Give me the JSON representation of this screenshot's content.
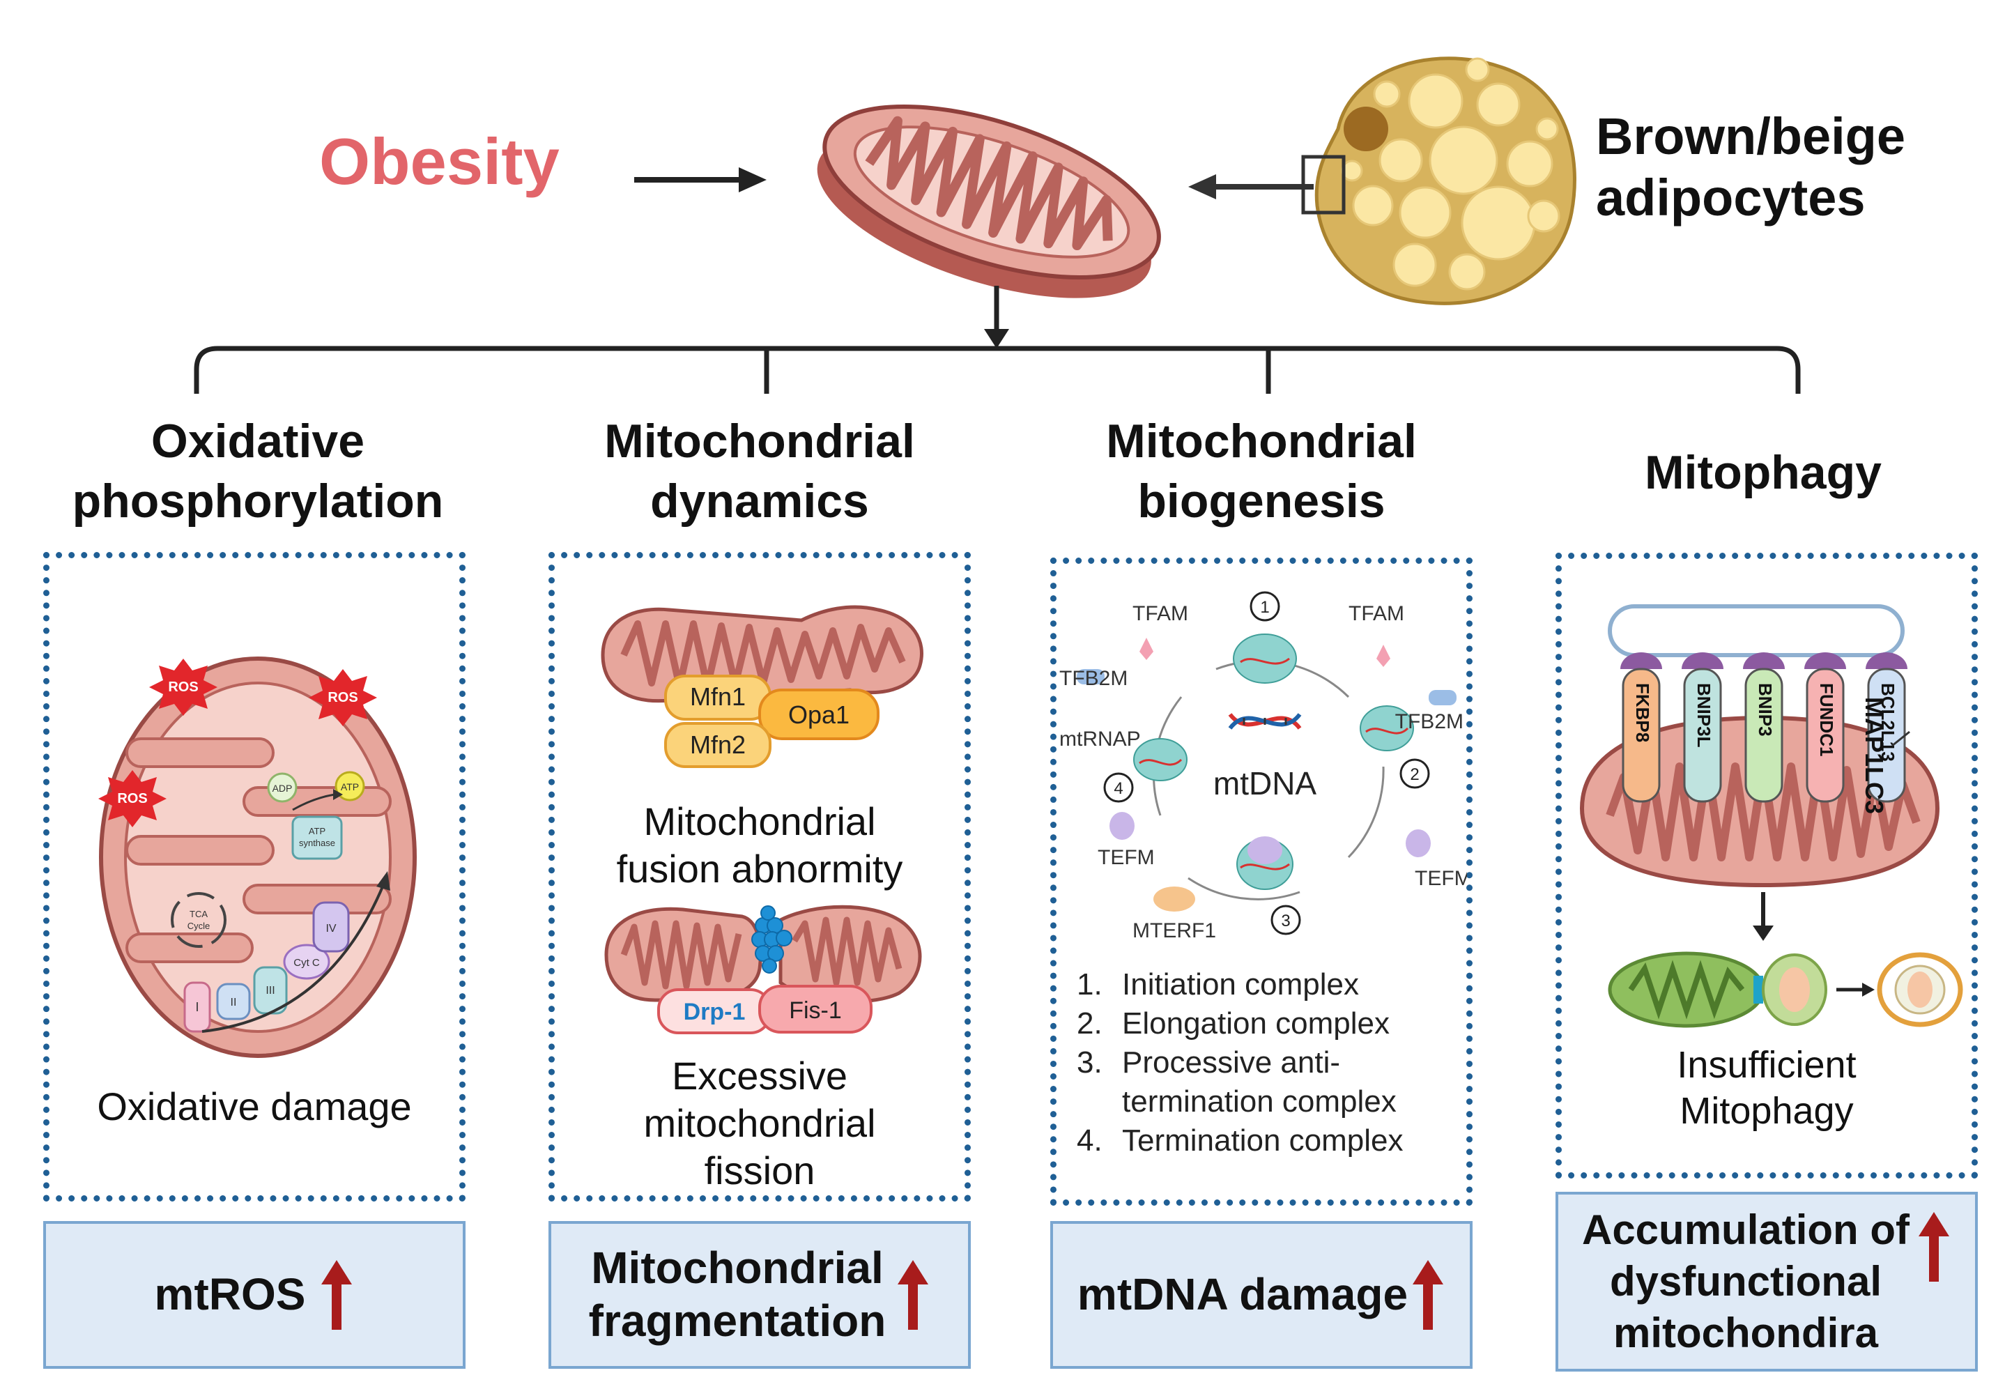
{
  "header": {
    "obesity": "Obesity",
    "adipocytes_line1": "Brown/beige",
    "adipocytes_line2": "adipocytes"
  },
  "categories": [
    {
      "line1": "Oxidative",
      "line2": "phosphorylation"
    },
    {
      "line1": "Mitochondrial",
      "line2": "dynamics"
    },
    {
      "line1": "Mitochondrial",
      "line2": "biogenesis"
    },
    {
      "line1": "Mitophagy",
      "line2": ""
    }
  ],
  "oxphos": {
    "ros_labels": [
      "ROS",
      "ROS",
      "ROS"
    ],
    "adp": "ADP",
    "atp": "ATP",
    "atp_synthase_line1": "ATP",
    "atp_synthase_line2": "synthase",
    "tca_line1": "TCA",
    "tca_line2": "Cycle",
    "complexes": [
      "I",
      "II",
      "III",
      "Cyt C",
      "IV"
    ],
    "caption": "Oxidative damage"
  },
  "dynamics": {
    "fusion_proteins": [
      "Mfn1",
      "Opa1",
      "Mfn2"
    ],
    "fusion_caption_line1": "Mitochondrial",
    "fusion_caption_line2": "fusion abnormity",
    "fission_proteins": [
      "Drp-1",
      "Fis-1"
    ],
    "fission_caption_line1": "Excessive",
    "fission_caption_line2": "mitochondrial",
    "fission_caption_line3": "fission"
  },
  "biogenesis": {
    "center_label": "mtDNA",
    "factors": {
      "tfam_left": "TFAM",
      "tfam_right": "TFAM",
      "tfb2m_left": "TFB2M",
      "tfb2m_right": "TFB2M",
      "mtrnap": "mtRNAP",
      "tefm_left": "TEFM",
      "tefm_right": "TEFM",
      "mterf1": "MTERF1"
    },
    "step_markers": [
      "①",
      "②",
      "③",
      "④"
    ],
    "steps": [
      {
        "num": "1.",
        "line1": "Initiation complex",
        "line2": ""
      },
      {
        "num": "2.",
        "line1": "Elongation complex",
        "line2": ""
      },
      {
        "num": "3.",
        "line1": "Processive anti-",
        "line2": "termination complex"
      },
      {
        "num": "4.",
        "line1": "Termination complex",
        "line2": ""
      }
    ]
  },
  "mitophagy": {
    "map_label": "MAP1LC3",
    "receptors": [
      {
        "name": "FKBP8",
        "color": "#f6b98a"
      },
      {
        "name": "BNIP3L",
        "color": "#bfe3df"
      },
      {
        "name": "BNIP3",
        "color": "#c9e9b7"
      },
      {
        "name": "FUNDC1",
        "color": "#f6b2b2"
      },
      {
        "name": "BCL2L13",
        "color": "#cfe0f4"
      }
    ],
    "caption_line1": "Insufficient",
    "caption_line2": "Mitophagy"
  },
  "results": [
    {
      "line1": "mtROS",
      "line2": ""
    },
    {
      "line1": "Mitochondrial",
      "line2": "fragmentation"
    },
    {
      "line1": "mtDNA damage",
      "line2": ""
    },
    {
      "line1": "Accumulation of",
      "line2": "dysfunctional",
      "line3": "mitochondira"
    }
  ],
  "colors": {
    "obesity": "#e2656a",
    "panel_border": "#1f5f95",
    "result_bg": "#dfeaf6",
    "up_arrow": "#a81c1c",
    "mito_fill": "#e7a69c",
    "mito_outline": "#a24b4b"
  },
  "icons": [
    "right-arrow-icon",
    "left-arrow-icon",
    "down-arrow-icon",
    "up-arrow-icon",
    "dna-icon",
    "ros-burst-icon"
  ]
}
